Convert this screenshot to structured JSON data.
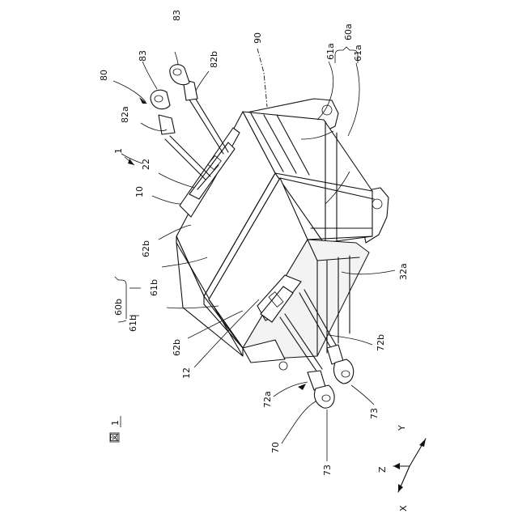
{
  "figure": {
    "label": "図",
    "number": "1"
  },
  "labels": {
    "device": "1",
    "front_busbar": "10",
    "rear_busbar": "12",
    "busbar_terminal_top": "22",
    "terminal_32a": "32a",
    "core_a": "60a",
    "core_a_part_upper": "61a",
    "core_a_part_lower": "61a",
    "core_b": "60b",
    "core_b_part_front": "61b",
    "core_b_part_back": "61b",
    "gap_upper": "62b",
    "gap_lower": "62b",
    "cable_assembly_front": "70",
    "cable_72a": "72a",
    "cable_72b": "72b",
    "ring_73_left": "73",
    "ring_73_right": "73",
    "cable_assembly_back": "80",
    "cable_82a": "82a",
    "cable_82b": "82b",
    "ring_83_left": "83",
    "ring_83_right": "83",
    "case": "90"
  },
  "axes": {
    "x": "X",
    "y": "Y",
    "z": "Z"
  }
}
